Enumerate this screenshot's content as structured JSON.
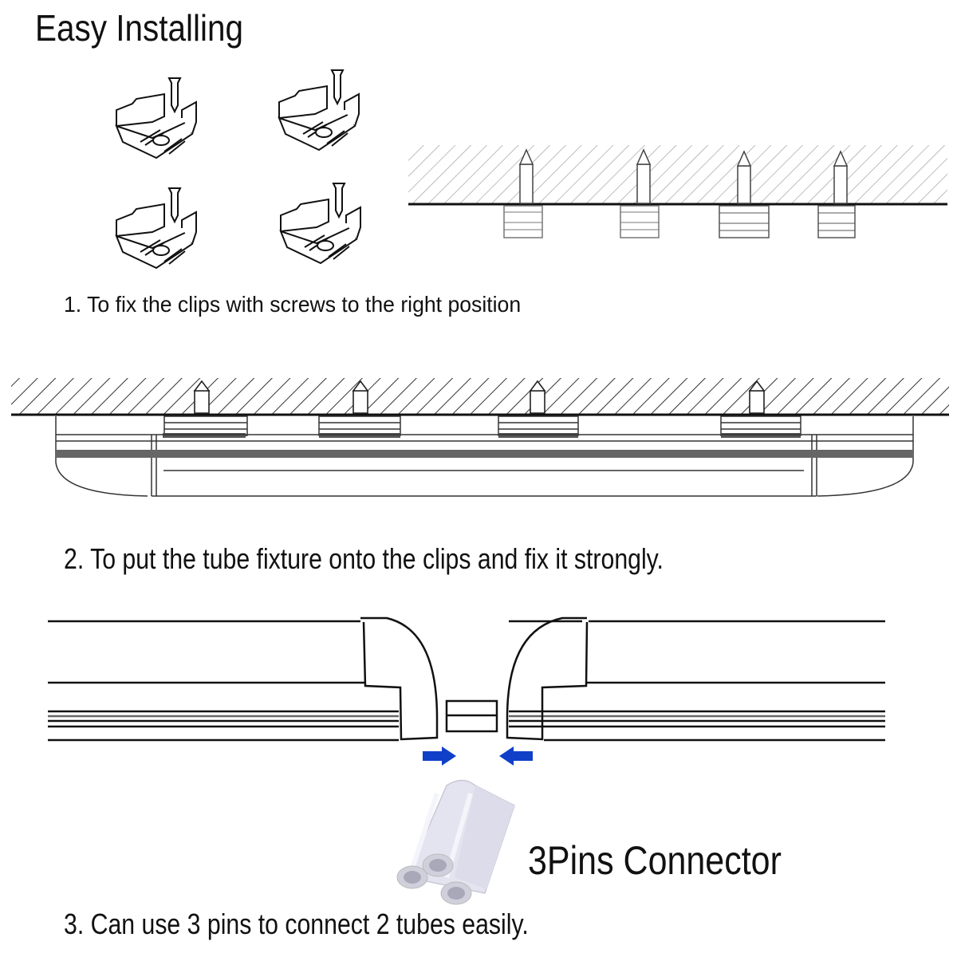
{
  "title": "Easy Installing",
  "steps": [
    {
      "number": 1,
      "text": "1. To fix the clips with screws to the right position"
    },
    {
      "number": 2,
      "text": "2. To put the tube fixture onto the clips and fix it strongly."
    },
    {
      "number": 3,
      "text": "3. Can use 3 pins to connect 2 tubes easily."
    }
  ],
  "connector": {
    "label": "3Pins Connector",
    "pin_count": 3
  },
  "figures": {
    "clips_count": 4,
    "screws_in_ceiling": 4,
    "clips_under_fixture": 4,
    "arrow_color": "#1040c8",
    "hatch_color": "#555555",
    "line_color": "#111111"
  }
}
